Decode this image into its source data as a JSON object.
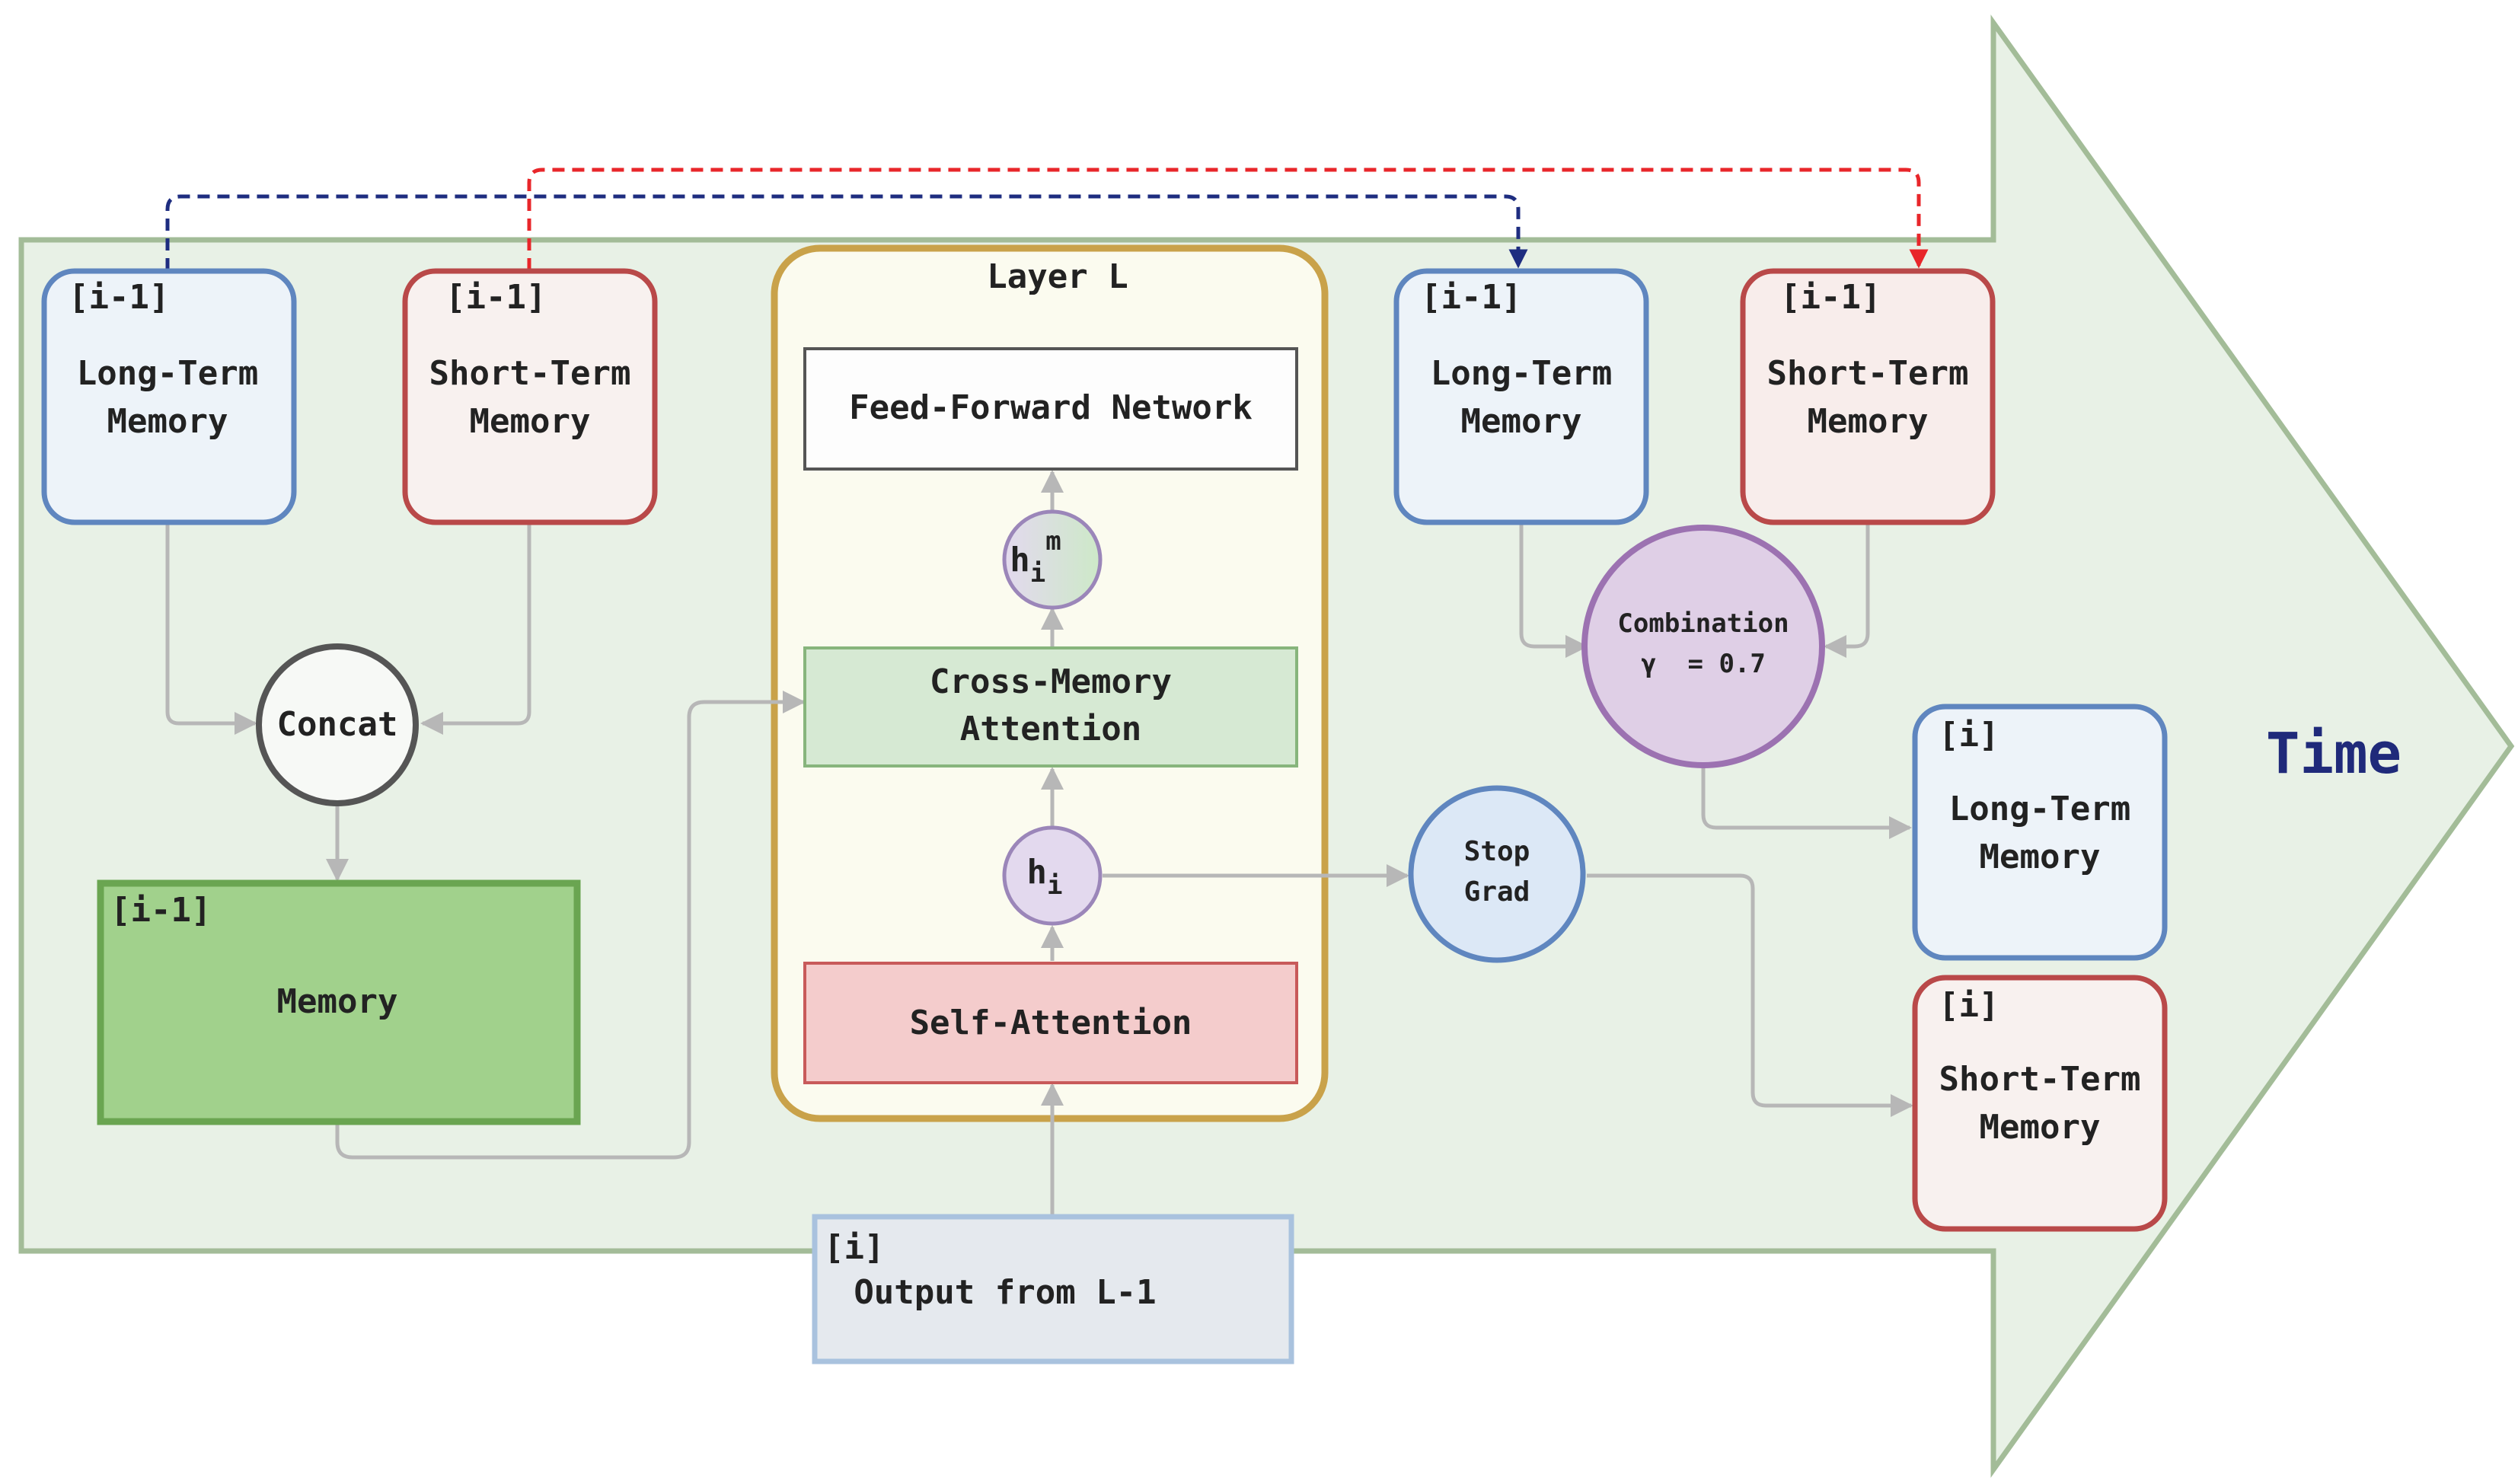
{
  "time_label": "Time",
  "layer": {
    "title": "Layer L",
    "ffn": "Feed-Forward Network",
    "cross_attention": [
      "Cross-Memory",
      "Attention"
    ],
    "self_attention": "Self-Attention",
    "him": {
      "base": "h",
      "sub": "i",
      "sup": "m"
    },
    "hi": {
      "base": "h",
      "sub": "i"
    }
  },
  "prev_long_term": {
    "tag": "[i-1]",
    "lines": [
      "Long-Term",
      "Memory"
    ]
  },
  "prev_short_term": {
    "tag": "[i-1]",
    "lines": [
      "Short-Term",
      "Memory"
    ]
  },
  "concat": "Concat",
  "memory": {
    "tag": "[i-1]",
    "label": "Memory"
  },
  "output_prev": {
    "tag": "[i]",
    "label": "Output from L-1"
  },
  "stop_grad": [
    "Stop",
    "Grad"
  ],
  "right_long_term": {
    "tag": "[i-1]",
    "lines": [
      "Long-Term",
      "Memory"
    ]
  },
  "right_short_term": {
    "tag": "[i-1]",
    "lines": [
      "Short-Term",
      "Memory"
    ]
  },
  "combination": {
    "label": "Combination",
    "gamma": "γ  = 0.7"
  },
  "new_long_term": {
    "tag": "[i]",
    "lines": [
      "Long-Term",
      "Memory"
    ]
  },
  "new_short_term": {
    "tag": "[i]",
    "lines": [
      "Short-Term",
      "Memory"
    ]
  },
  "colors": {
    "time_arrow_fill": "#e8f1e6",
    "time_arrow_stroke": "#a3bc98",
    "long_term_fill": "#edf3f9",
    "long_term_stroke": "#5f86bf",
    "short_term_fill": "#f8f1ef",
    "short_term_stroke": "#b94949",
    "layer_fill": "#fbfbef",
    "layer_stroke": "#c9a24a",
    "memory_fill": "#a1d18c",
    "memory_stroke": "#6aa551",
    "cross_fill": "#d6e9d3",
    "self_fill": "#f4cccc",
    "blue_link": "#1e2d80",
    "red_link": "#e8262a"
  }
}
